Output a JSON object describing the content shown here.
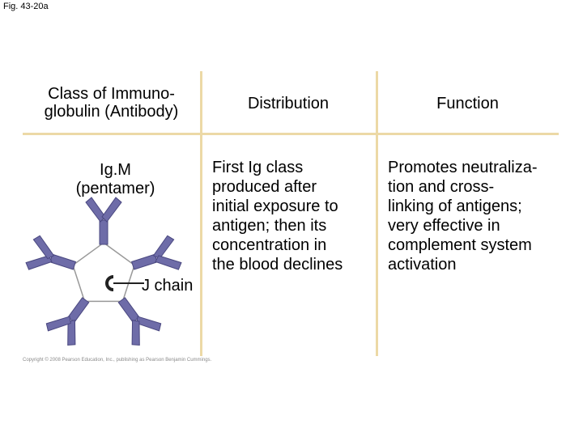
{
  "figure_label": "Fig. 43-20a",
  "headers": {
    "class_line1": "Class of Immuno-",
    "class_line2": "globulin (Antibody)",
    "distribution": "Distribution",
    "function": "Function"
  },
  "row": {
    "class_line1": "Ig.M",
    "class_line2": "(pentamer)",
    "distribution": [
      "First Ig class",
      "produced after",
      "initial exposure to",
      "antigen; then its",
      "concentration in",
      "the blood declines"
    ],
    "function": [
      "Promotes neutraliza-",
      "tion and cross-",
      "linking of antigens;",
      "very effective in",
      "complement system",
      "activation"
    ]
  },
  "diagram_label": "J chain",
  "copyright": "Copyright © 2008 Pearson Education, Inc., publishing as Pearson Benjamin Cummings.",
  "colors": {
    "rule": "#ecd9a6",
    "antibody": "#6e6ca8",
    "antibody_outline": "#4a4880"
  }
}
